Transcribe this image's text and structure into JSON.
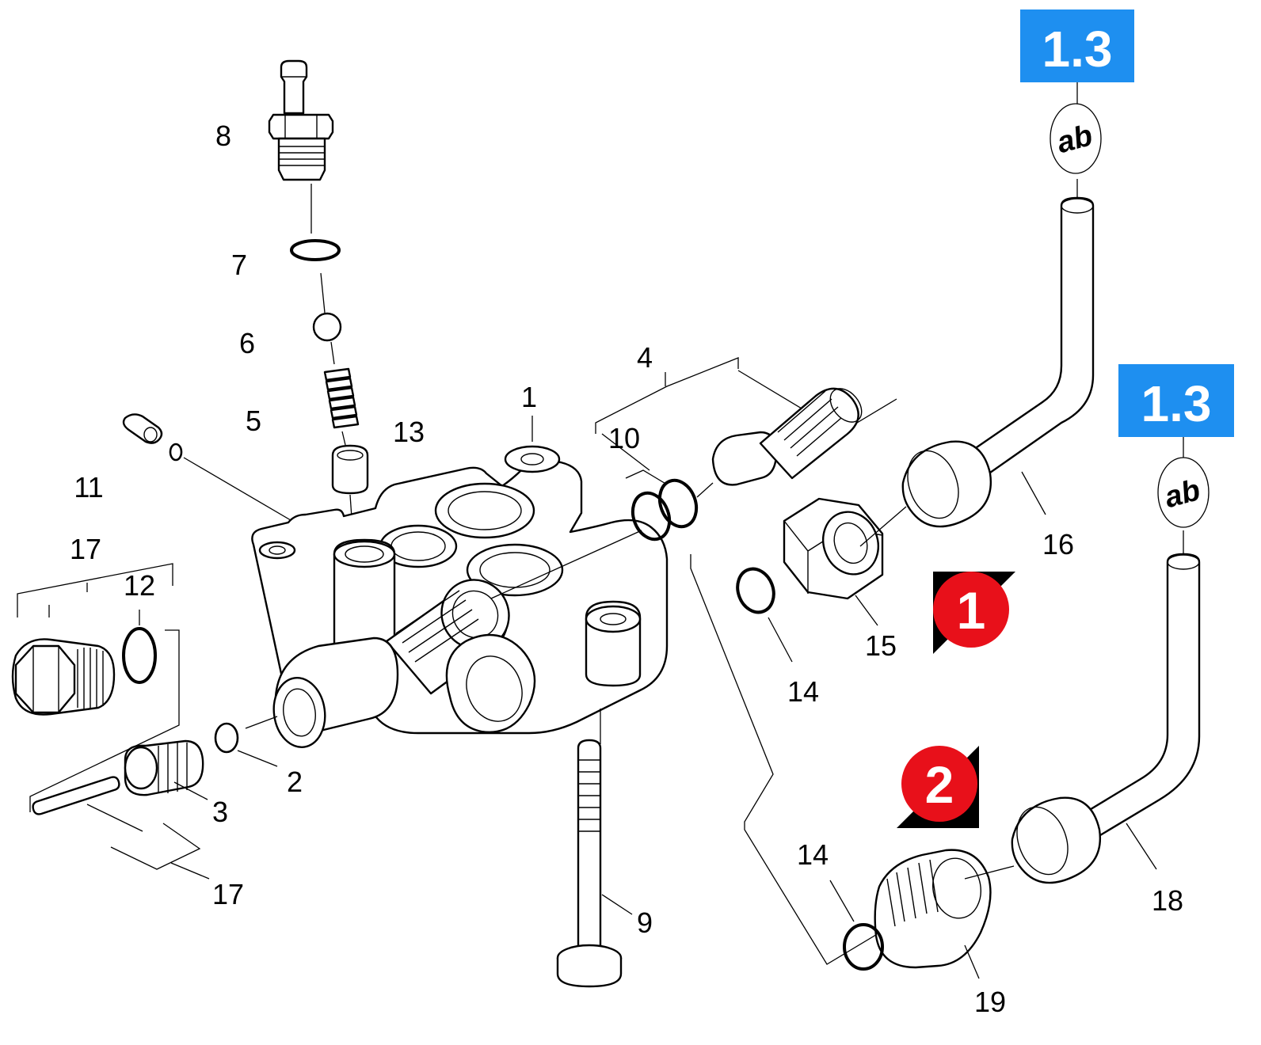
{
  "diagram": {
    "part_labels": [
      {
        "id": "p1",
        "text": "1"
      },
      {
        "id": "p2",
        "text": "2"
      },
      {
        "id": "p3",
        "text": "3"
      },
      {
        "id": "p4",
        "text": "4"
      },
      {
        "id": "p5",
        "text": "5"
      },
      {
        "id": "p6",
        "text": "6"
      },
      {
        "id": "p7",
        "text": "7"
      },
      {
        "id": "p8",
        "text": "8"
      },
      {
        "id": "p9",
        "text": "9"
      },
      {
        "id": "p10",
        "text": "10"
      },
      {
        "id": "p11",
        "text": "11"
      },
      {
        "id": "p12",
        "text": "12"
      },
      {
        "id": "p13",
        "text": "13"
      },
      {
        "id": "p14a",
        "text": "14"
      },
      {
        "id": "p14b",
        "text": "14"
      },
      {
        "id": "p15",
        "text": "15"
      },
      {
        "id": "p16",
        "text": "16"
      },
      {
        "id": "p17a",
        "text": "17"
      },
      {
        "id": "p17b",
        "text": "17"
      },
      {
        "id": "p18",
        "text": "18"
      },
      {
        "id": "p19",
        "text": "19"
      }
    ],
    "reference_badges": [
      {
        "id": "ref-top",
        "text": "1.3",
        "sub": "ab"
      },
      {
        "id": "ref-bottom",
        "text": "1.3",
        "sub": "ab"
      }
    ],
    "variant_markers": [
      {
        "id": "variant-1",
        "text": "1"
      },
      {
        "id": "variant-2",
        "text": "2"
      }
    ],
    "colors": {
      "badge_blue": "#1e8ff0",
      "marker_red": "#e8101a",
      "marker_black": "#000000"
    }
  }
}
